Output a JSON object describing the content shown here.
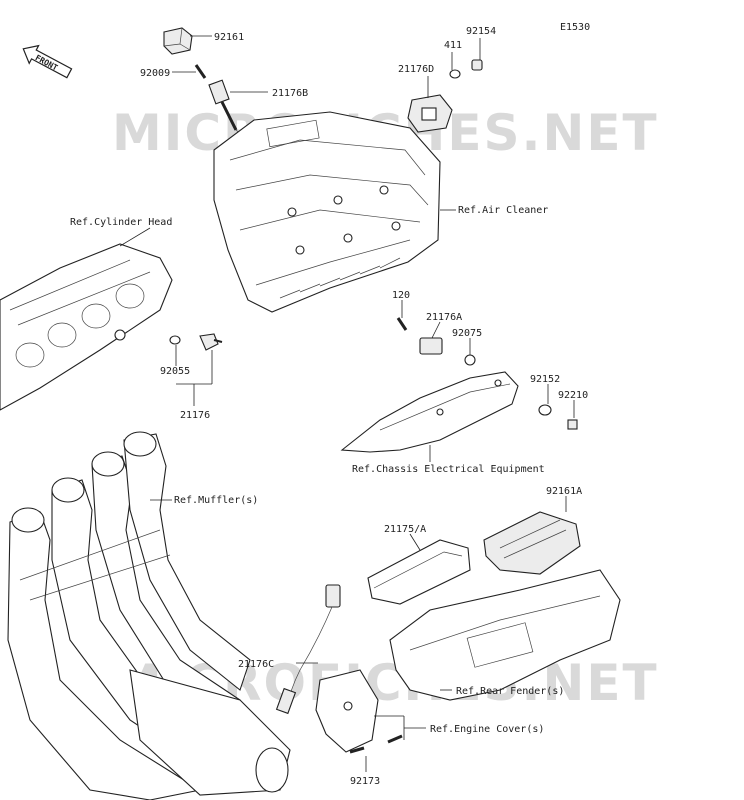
{
  "diagram_id": "E1530",
  "watermark": "MICROFICHES.NET",
  "front_badge": "FRONT",
  "labels": {
    "p92161": "92161",
    "p92009": "92009",
    "p21176B": "21176B",
    "p411": "411",
    "p92154": "92154",
    "p21176D": "21176D",
    "ref_air_cleaner": "Ref.Air Cleaner",
    "ref_cylinder_head": "Ref.Cylinder Head",
    "p120": "120",
    "p21176A": "21176A",
    "p92075": "92075",
    "p92055": "92055",
    "p21176": "21176",
    "p92152": "92152",
    "p92210": "92210",
    "ref_chassis": "Ref.Chassis Electrical Equipment",
    "ref_muffler": "Ref.Muffler(s)",
    "p92161A": "92161A",
    "p21175A": "21175/A",
    "p21176C": "21176C",
    "ref_rear_fender": "Ref.Rear Fender(s)",
    "ref_engine_cover": "Ref.Engine Cover(s)",
    "p92173": "92173"
  }
}
